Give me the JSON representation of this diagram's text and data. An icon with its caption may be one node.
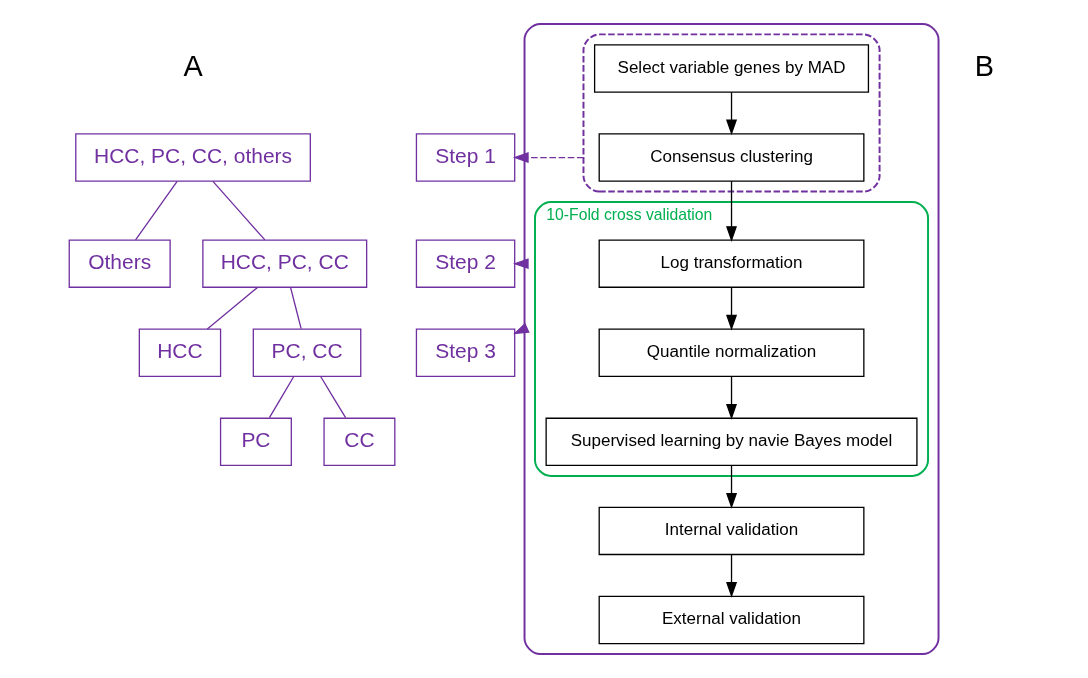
{
  "diagram": {
    "nodes": [
      {
        "text": [
          "HCC, PC, CC, others"
        ]
      },
      {
        "text": [
          "Others"
        ]
      },
      {
        "text": [
          "HCC, PC, CC"
        ]
      },
      {
        "text": [
          "HCC"
        ]
      },
      {
        "text": [
          "PC, CC"
        ]
      },
      {
        "text": [
          "PC"
        ]
      },
      {
        "text": [
          "CC"
        ]
      },
      {
        "text": [
          "Step 1"
        ]
      },
      {
        "text": [
          "Step 2"
        ]
      },
      {
        "text": [
          "Step 3"
        ]
      },
      {
        "text": [],
        "shape": "box"
      },
      {
        "text": [],
        "shape": "box",
        "in": 10
      },
      {
        "text": [
          "Select variable genes by MAD"
        ],
        "in": 11
      },
      {
        "text": [
          "Consensus clustering"
        ],
        "in": 11
      },
      {
        "text": [
          "10-Fold cross validation"
        ],
        "in": 10
      },
      {
        "text": [
          "Log transformation"
        ],
        "in": 14
      },
      {
        "text": [
          "Quantile normalization"
        ],
        "in": 14
      },
      {
        "text": [
          "Supervised learning by navie Bayes model"
        ],
        "in": 14
      },
      {
        "text": [
          "Internal validation"
        ],
        "in": 10
      },
      {
        "text": [
          "External validation"
        ],
        "in": 10
      }
    ],
    "edges": [
      {
        "from": 0,
        "to": 2,
        "arrow": "none"
      },
      {
        "from": 0,
        "to": 1,
        "arrow": "none"
      },
      {
        "from": 2,
        "to": 3,
        "arrow": "none"
      },
      {
        "from": 2,
        "to": 4,
        "arrow": "none"
      },
      {
        "from": 4,
        "to": 5,
        "arrow": "none"
      },
      {
        "from": 4,
        "to": 6,
        "arrow": "none"
      },
      {
        "from": 11,
        "to": 7,
        "arrow": "to",
        "style": "dashed"
      },
      {
        "from": 10,
        "to": 8,
        "arrow": "to"
      },
      {
        "from": 10,
        "to": 9,
        "arrow": "to"
      },
      {
        "from": 12,
        "to": 13,
        "arrow": "to",
        "color": "#000000"
      },
      {
        "from": 13,
        "to": 15,
        "arrow": "to",
        "color": "#000000"
      },
      {
        "from": 15,
        "to": 16,
        "arrow": "to",
        "color": "#000000"
      },
      {
        "from": 16,
        "to": 17,
        "arrow": "to",
        "color": "#000000"
      },
      {
        "from": 17,
        "to": 18,
        "arrow": "to",
        "color": "#000000"
      },
      {
        "from": 18,
        "to": 19,
        "arrow": "to",
        "color": "#000000"
      }
    ],
    "labels": [
      "A",
      "B"
    ]
  }
}
